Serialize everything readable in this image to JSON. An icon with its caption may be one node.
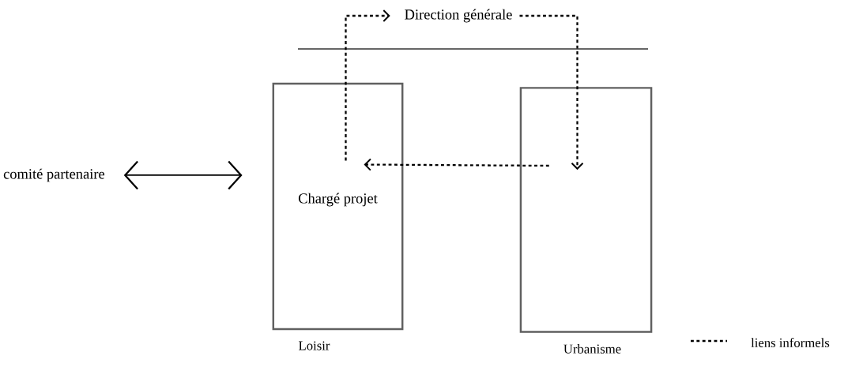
{
  "diagram": {
    "nodes": [
      {
        "text": [
          "Direction générale"
        ]
      },
      {
        "text": [
          "comité partenaire"
        ]
      },
      {
        "text": [
          "Loisir"
        ]
      },
      {
        "text": [
          "Chargé projet"
        ],
        "in": 2
      },
      {
        "text": [
          "Urbanisme"
        ]
      }
    ],
    "edges": [
      {
        "from": 1,
        "to": 2,
        "arrow": "both"
      },
      {
        "from": 3,
        "to": 0,
        "arrow": "to",
        "style": "dashed"
      },
      {
        "from": 0,
        "to": 4,
        "arrow": "to",
        "style": "dashed"
      },
      {
        "from": 4,
        "to": 3,
        "arrow": "to",
        "style": "dashed"
      }
    ],
    "legend": [
      {
        "text": "liens informels"
      }
    ]
  }
}
